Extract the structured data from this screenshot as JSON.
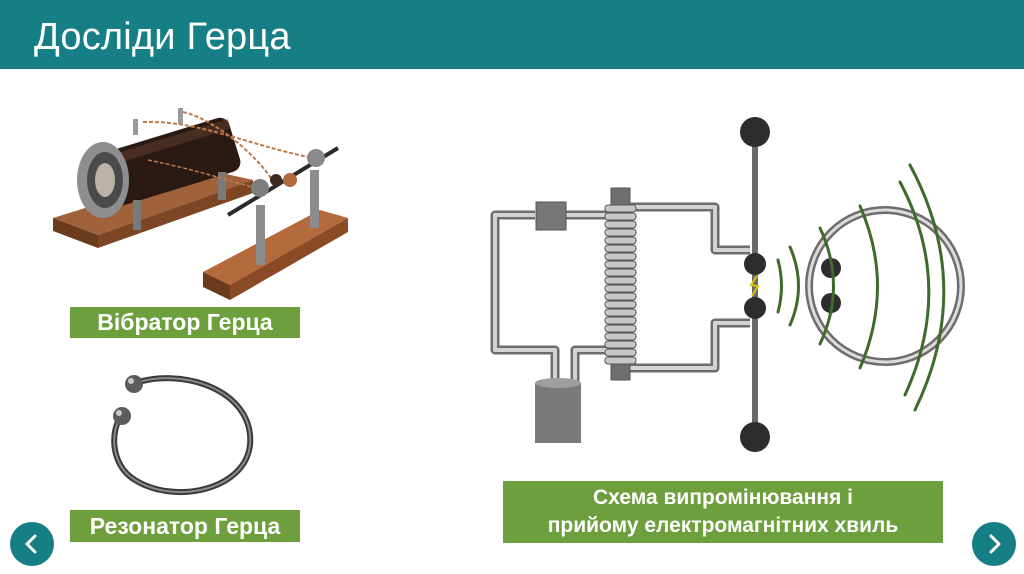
{
  "slide": {
    "title": "Досліди Герца",
    "vibrator_label": "Вібратор Герца",
    "resonator_label": "Резонатор Герца",
    "scheme_label_line1": "Схема випромінювання і",
    "scheme_label_line2": "прийому електромагнітних хвиль"
  },
  "navigation": {
    "prev_icon": "chevron-left-icon",
    "next_icon": "chevron-right-icon"
  },
  "colors": {
    "header": "#167f86",
    "label_bg": "#6d9f3c",
    "wave": "#3d6b2a",
    "nav_button": "#167f86"
  }
}
